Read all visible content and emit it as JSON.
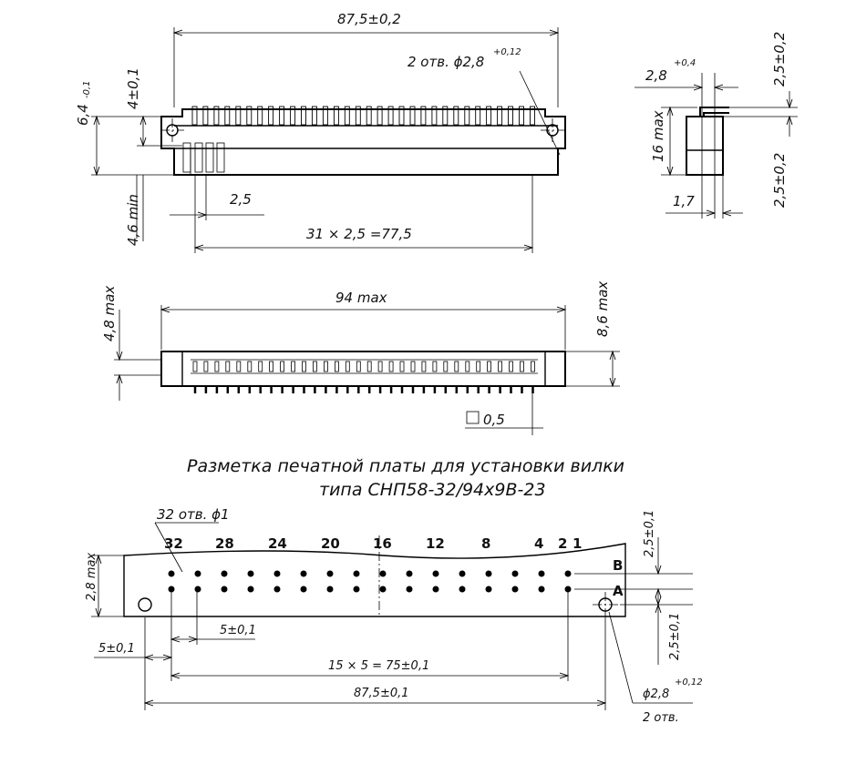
{
  "top_view": {
    "overall_length": "87,5±0,2",
    "holes_label": "2 отв. ϕ2,8",
    "holes_tol": "+0,12",
    "height_label": "6,4",
    "height_tol": "-0,1",
    "offset_label": "4±0,1",
    "pin_min_label": "4,6 min",
    "pitch_label": "2,5",
    "pitch_total": "31 × 2,5 =77,5"
  },
  "side_view": {
    "pin_offset": "2,8",
    "pin_offset_tol": "+0,4",
    "top_dim": "2,5±0,2",
    "bottom_dim": "2,5±0,2",
    "height_max": "16 max",
    "width_label": "1,7"
  },
  "front_view": {
    "length_max": "94 max",
    "depth_max": "4,8 max",
    "height_max": "8,6 max",
    "flatness": "0,5"
  },
  "pcb_layout": {
    "caption_line1": "Разметка печатной платы для установки вилки",
    "caption_line2": "типа СНП58-32/94х9В-23",
    "holes_label": "32 отв. ϕ1",
    "pin_numbers": [
      "32",
      "28",
      "24",
      "20",
      "16",
      "12",
      "8",
      "4",
      "2",
      "1"
    ],
    "row_b": "B",
    "row_a": "A",
    "left_height": "2,8 max",
    "right_top": "2,5±0,1",
    "right_bottom": "2,5±0,1",
    "offset_left": "5±0,1",
    "offset_row": "5±0,1",
    "pitch_total": "15 × 5 = 75±0,1",
    "overall": "87,5±0,1",
    "mount_hole": "ϕ2,8",
    "mount_hole_tol": "+0,12",
    "mount_count": "2 отв."
  }
}
